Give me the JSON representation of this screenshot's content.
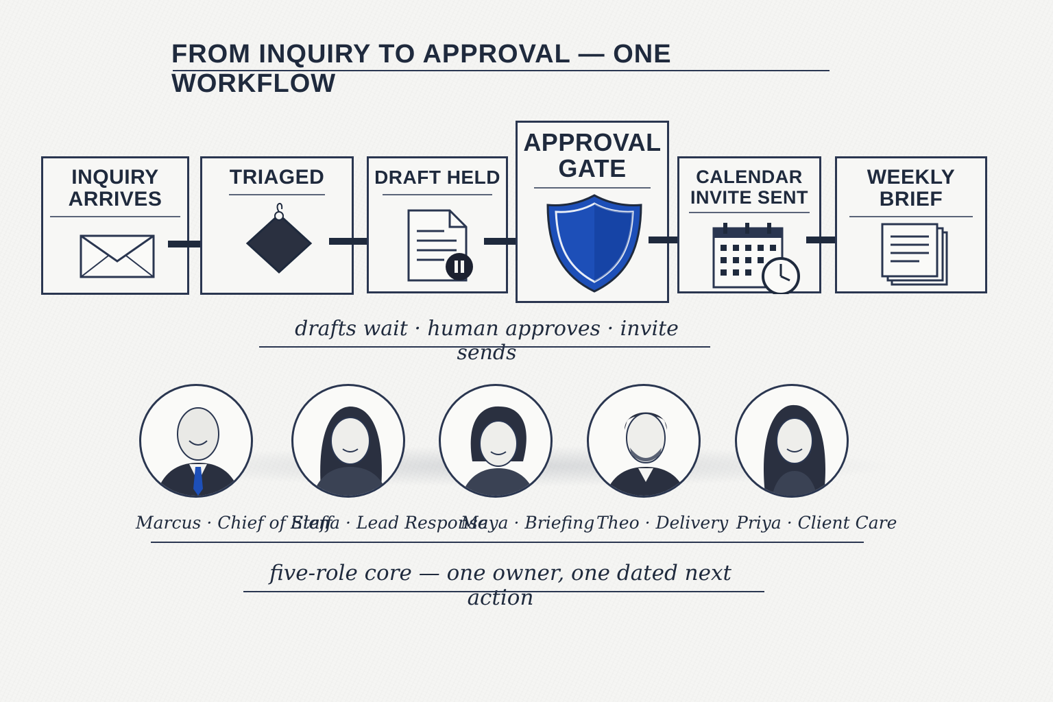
{
  "title": "FROM INQUIRY TO APPROVAL — ONE WORKFLOW",
  "steps": [
    {
      "label_line1": "INQUIRY",
      "label_line2": "ARRIVES",
      "icon": "envelope-icon"
    },
    {
      "label_line1": "TRIAGED",
      "label_line2": "",
      "icon": "tag-icon"
    },
    {
      "label_line1": "DRAFT HELD",
      "label_line2": "",
      "icon": "document-pause-icon"
    },
    {
      "label_line1": "APPROVAL",
      "label_line2": "GATE",
      "icon": "shield-icon"
    },
    {
      "label_line1": "CALENDAR",
      "label_line2": "INVITE SENT",
      "icon": "calendar-clock-icon"
    },
    {
      "label_line1": "WEEKLY",
      "label_line2": "BRIEF",
      "icon": "stacked-documents-icon"
    }
  ],
  "flow_caption": "drafts wait · human approves · invite sends",
  "people": [
    {
      "label": "Marcus · Chief of Staff"
    },
    {
      "label": "Elena · Lead Response"
    },
    {
      "label": "Maya · Briefing"
    },
    {
      "label": "Theo · Delivery"
    },
    {
      "label": "Priya · Client Care"
    }
  ],
  "team_caption": "five-role core — one owner, one dated next action",
  "colors": {
    "ink": "#1f2a3d",
    "accent_blue": "#1d4fb8",
    "paper": "#f5f5f3"
  }
}
